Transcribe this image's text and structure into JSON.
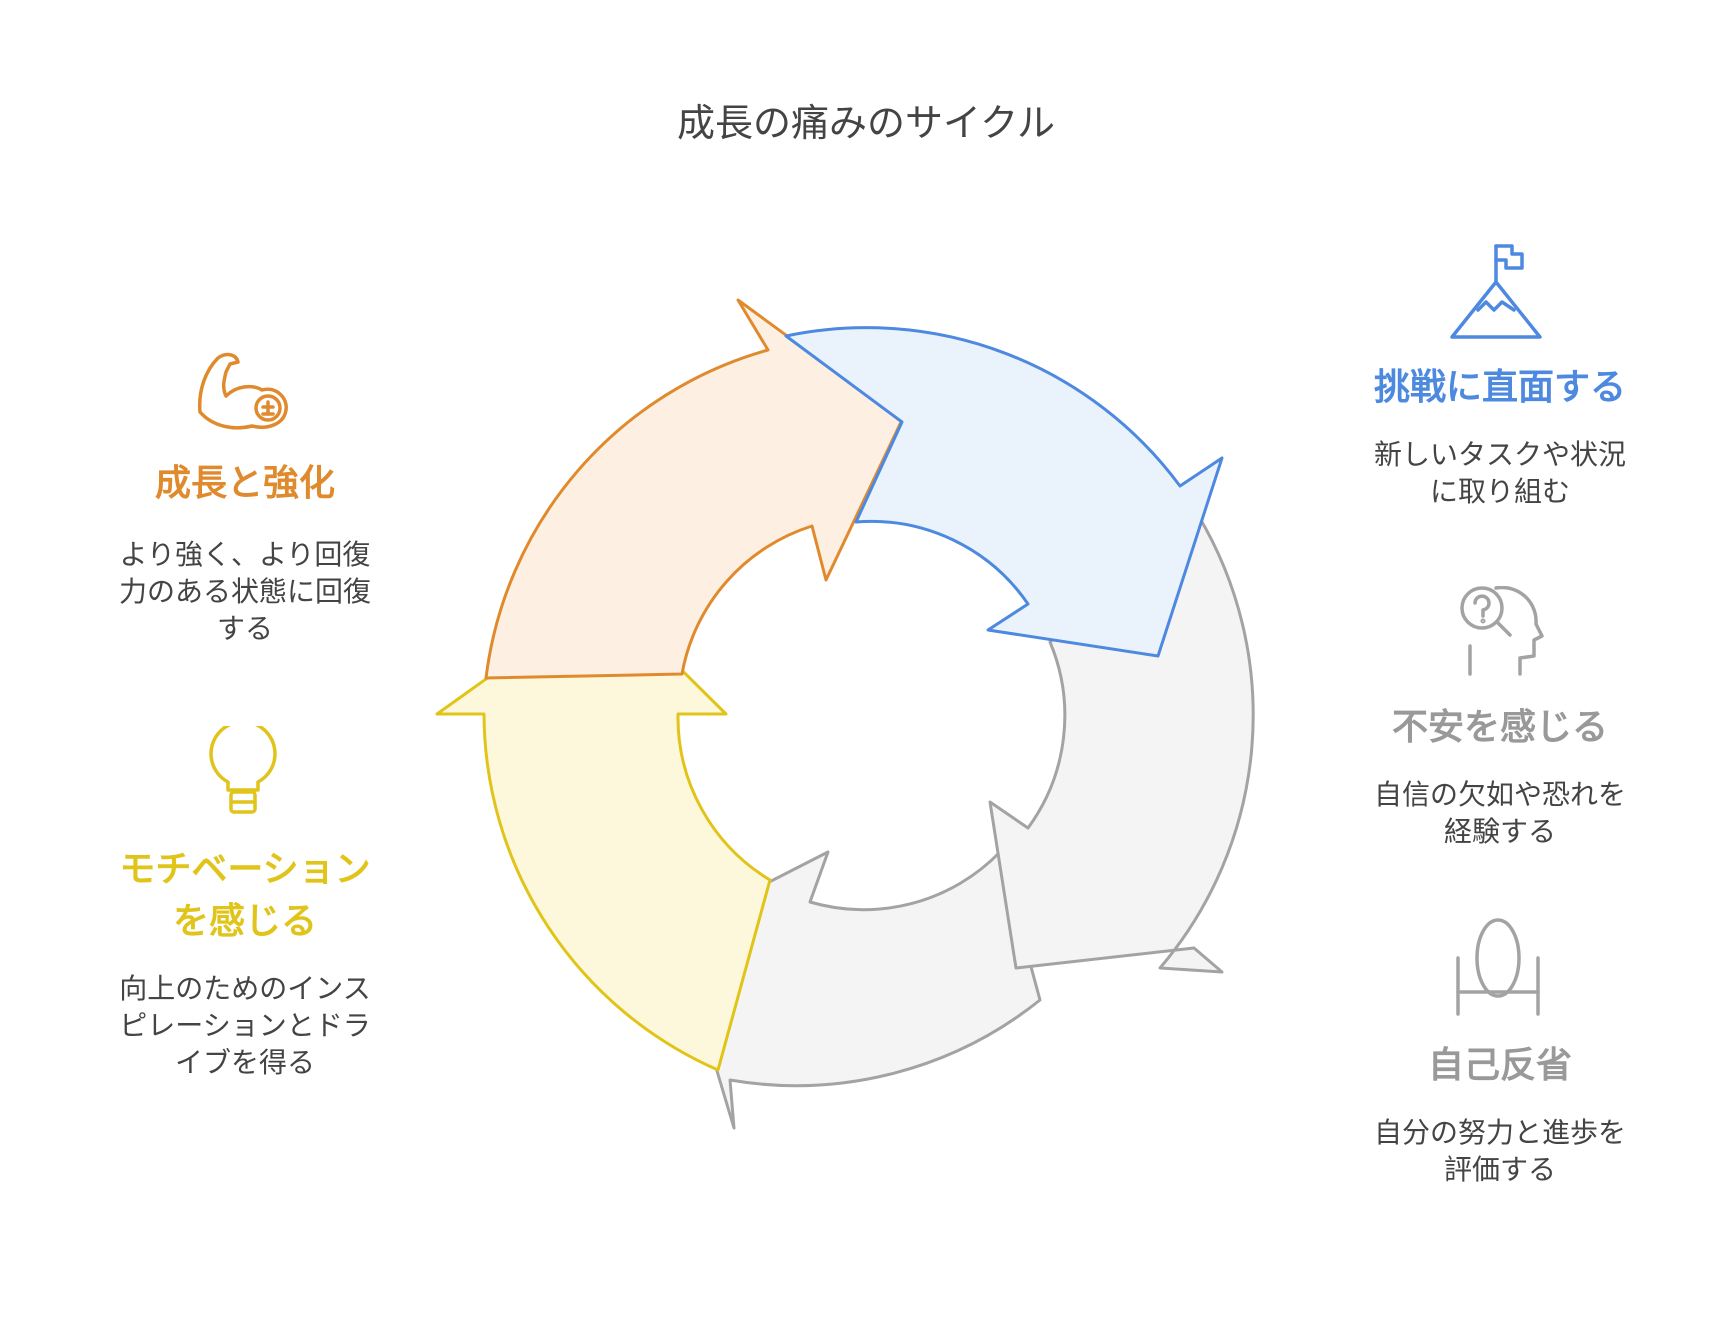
{
  "title": "成長の痛みのサイクル",
  "colors": {
    "blue": "#4e89e0",
    "gray": "#999999",
    "orange": "#e08a2e",
    "yellow": "#e1c419"
  },
  "steps": [
    {
      "icon": "mountain-flag-icon",
      "heading": "挑戦に直面する",
      "description_lines": [
        "新しいタスクや状況",
        "に取り組む"
      ],
      "color": "#4e89e0"
    },
    {
      "icon": "question-head-icon",
      "heading": "不安を感じる",
      "description_lines": [
        "自信の欠如や恐れを",
        "経験する"
      ],
      "color": "#999999"
    },
    {
      "icon": "mirror-icon",
      "heading": "自己反省",
      "description_lines": [
        "自分の努力と進歩を",
        "評価する"
      ],
      "color": "#999999"
    },
    {
      "icon": "light-bulb-icon",
      "heading_lines": [
        "モチベーション",
        "を感じる"
      ],
      "description_lines": [
        "向上のためのインス",
        "ピレーションとドラ",
        "イブを得る"
      ],
      "color": "#e1c419"
    },
    {
      "icon": "flexed-arm-icon",
      "heading": "成長と強化",
      "description_lines": [
        "より強く、より回復",
        "力のある状態に回復",
        "する"
      ],
      "color": "#e08a2e"
    }
  ]
}
